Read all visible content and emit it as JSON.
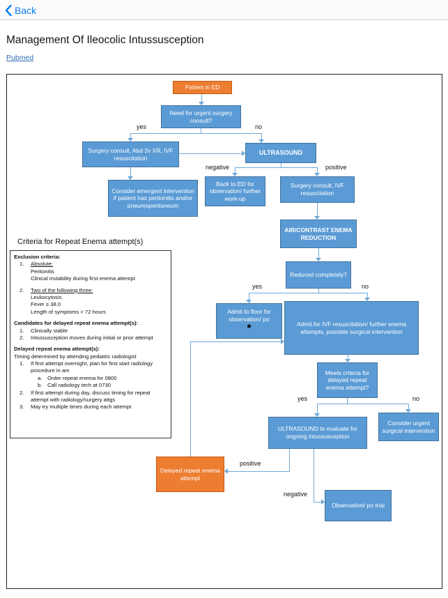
{
  "topbar": {
    "back": "Back"
  },
  "page": {
    "title": "Management Of Ileocolic Intussusception",
    "link": "Pubmed"
  },
  "colors": {
    "node_blue": "#5b9bd5",
    "node_blue_border": "#41719c",
    "node_orange": "#ed7d31",
    "node_orange_border": "#c55a11",
    "connector": "#6fa8d8",
    "link_blue": "#0a7cf0"
  },
  "flowchart": {
    "nodes": {
      "patient_ed": "Patient in ED",
      "urgent_surgery_consult": "Need for urgent surgery consult?",
      "surgery_consult_xr": "Surgery consult, Abd 2v XR, IVF resuscitation",
      "ultrasound": "ULTRASOUND",
      "emergent_intervention": "Consider emergent intervention if patient has peritonitis and/or pneumoperitoneum",
      "back_to_ed": "Back to ED for observation/ further work-up",
      "surgery_consult_ivf": "Surgery consult, IVF resuscitation",
      "enema_reduction": "AIR/CONTRAST ENEMA REDUCTION",
      "reduced_completely": "Reduced completely?",
      "admit_floor": "Admit to floor for observation/ po",
      "admit_floor_footnote": "*",
      "admit_ivf": "Admit for IVF resuscitation/ further enema attempts, possible surgical intervention",
      "meets_criteria": "Meets criteria for delayed repeat enema attempt?",
      "ultrasound_evaluate": "ULTRASOUND to evaluate for ongoing intussusception",
      "urgent_surgical": "Consider urgent surgical intervention",
      "delayed_repeat": "Delayed repeat enema attempt",
      "observation_po": "Observation/ po trial"
    },
    "edge_labels": {
      "urgent_yes": "yes",
      "urgent_no": "no",
      "us_negative": "negative",
      "us_positive": "positive",
      "reduced_yes": "yes",
      "reduced_no": "no",
      "criteria_yes": "yes",
      "criteria_no": "no",
      "repeat_positive": "positive",
      "repeat_negative": "negative"
    },
    "criteria": {
      "title": "Criteria for Repeat Enema attempt(s)",
      "exclusion_heading": "Exclusion criteria:",
      "exclusion_1_num": "1.",
      "exclusion_1": "Absolute:",
      "exclusion_1a": "Peritonitis",
      "exclusion_1b": "Clinical instability during first enema attempt",
      "exclusion_2_num": "2.",
      "exclusion_2": "Two of the following three:",
      "exclusion_2a": "Leukocytosis",
      "exclusion_2b": "Fever ≥ 38.0",
      "exclusion_2c": "Length of symptoms > 72 hours",
      "candidates_heading": "Candidates for delayed repeat enema attempt(s):",
      "candidates_1_num": "1.",
      "candidates_1": "Clinically stable",
      "candidates_2_num": "2.",
      "candidates_2": "Intussusception moves during initial or prior attempt",
      "delayed_heading": "Delayed repeat enema attempt(s):",
      "delayed_intro": "Timing determined by attending pediatric radiologist",
      "delayed_1_num": "1.",
      "delayed_1": "If first attempt overnight, plan for first start radiology procedure in am",
      "delayed_1a_num": "a.",
      "delayed_1a": "Order repeat enema for 0800",
      "delayed_1b_num": "b.",
      "delayed_1b": "Call radiology tech at 0730",
      "delayed_2_num": "2.",
      "delayed_2": "If first attempt during day, discuss timing for repeat attempt with radiology/surgery attgs",
      "delayed_3_num": "3.",
      "delayed_3": "May try multiple times during each attempt"
    }
  }
}
